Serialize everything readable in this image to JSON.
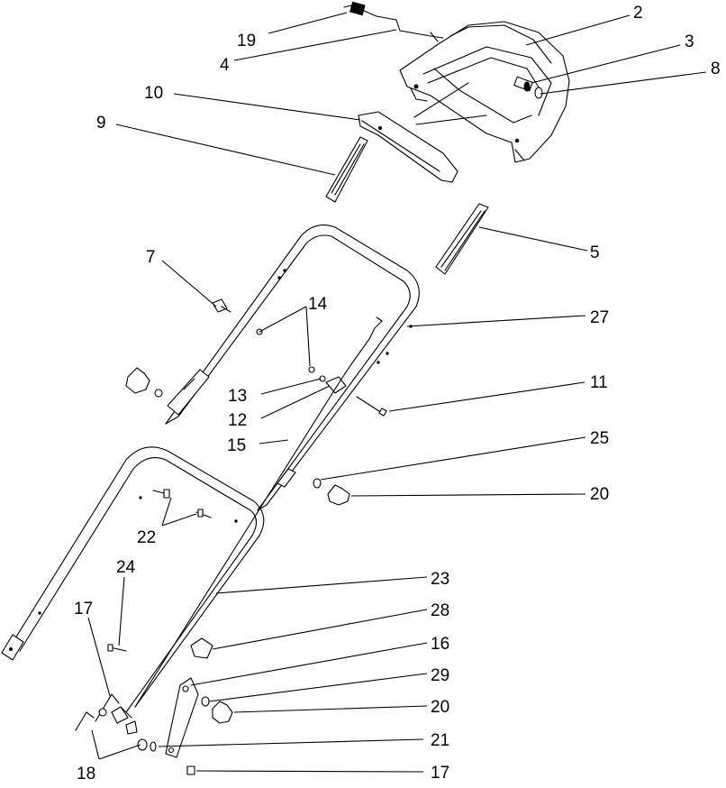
{
  "callouts": [
    {
      "id": "c19a",
      "text": "19"
    },
    {
      "id": "c4",
      "text": "4"
    },
    {
      "id": "c2",
      "text": "2"
    },
    {
      "id": "c3",
      "text": "3"
    },
    {
      "id": "c8",
      "text": "8"
    },
    {
      "id": "c10",
      "text": "10"
    },
    {
      "id": "c9",
      "text": "9"
    },
    {
      "id": "c5",
      "text": "5"
    },
    {
      "id": "c7",
      "text": "7"
    },
    {
      "id": "c14",
      "text": "14"
    },
    {
      "id": "c27",
      "text": "27"
    },
    {
      "id": "c13",
      "text": "13"
    },
    {
      "id": "c12",
      "text": "12"
    },
    {
      "id": "c11",
      "text": "11"
    },
    {
      "id": "c15",
      "text": "15"
    },
    {
      "id": "c25",
      "text": "25"
    },
    {
      "id": "c20a",
      "text": "20"
    },
    {
      "id": "c22",
      "text": "22"
    },
    {
      "id": "c24",
      "text": "24"
    },
    {
      "id": "c23",
      "text": "23"
    },
    {
      "id": "c28",
      "text": "28"
    },
    {
      "id": "c17a",
      "text": "17"
    },
    {
      "id": "c16",
      "text": "16"
    },
    {
      "id": "c29",
      "text": "29"
    },
    {
      "id": "c20b",
      "text": "20"
    },
    {
      "id": "c21",
      "text": "21"
    },
    {
      "id": "c18",
      "text": "18"
    },
    {
      "id": "c17b",
      "text": "17"
    }
  ]
}
